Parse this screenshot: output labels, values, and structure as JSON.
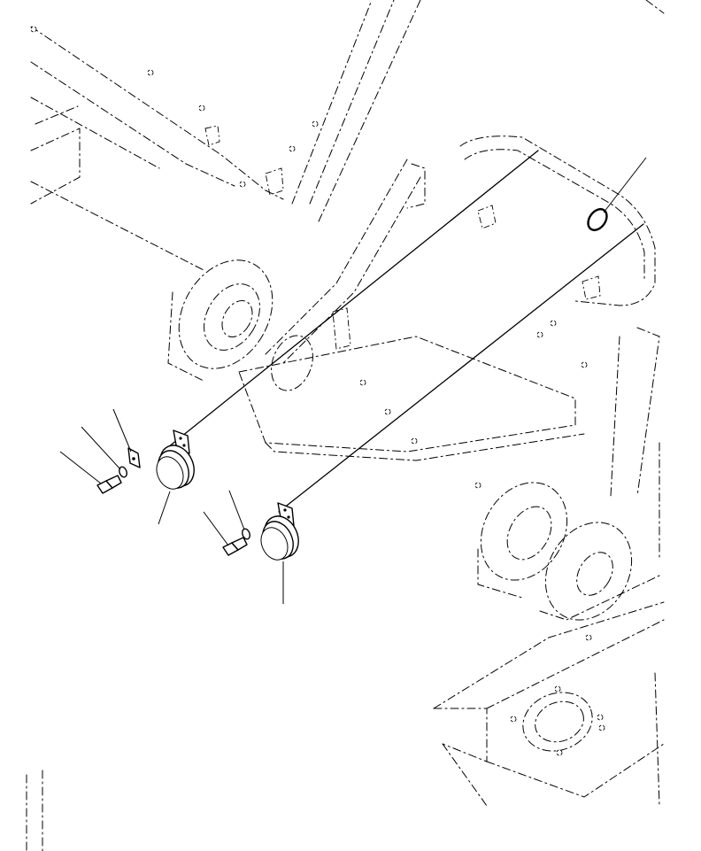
{
  "diagram": {
    "type": "exploded-parts-drawing",
    "parts": [
      {
        "id": "horn-left",
        "kind": "horn"
      },
      {
        "id": "horn-right",
        "kind": "horn"
      },
      {
        "id": "bracket-plate",
        "kind": "bracket"
      },
      {
        "id": "lock-washer-left",
        "kind": "washer"
      },
      {
        "id": "lock-washer-right",
        "kind": "washer"
      },
      {
        "id": "bolt-left",
        "kind": "bolt"
      },
      {
        "id": "bolt-right",
        "kind": "bolt"
      },
      {
        "id": "grommet",
        "kind": "ring"
      }
    ],
    "colors": {
      "line": "#000000",
      "background": "#ffffff"
    }
  }
}
